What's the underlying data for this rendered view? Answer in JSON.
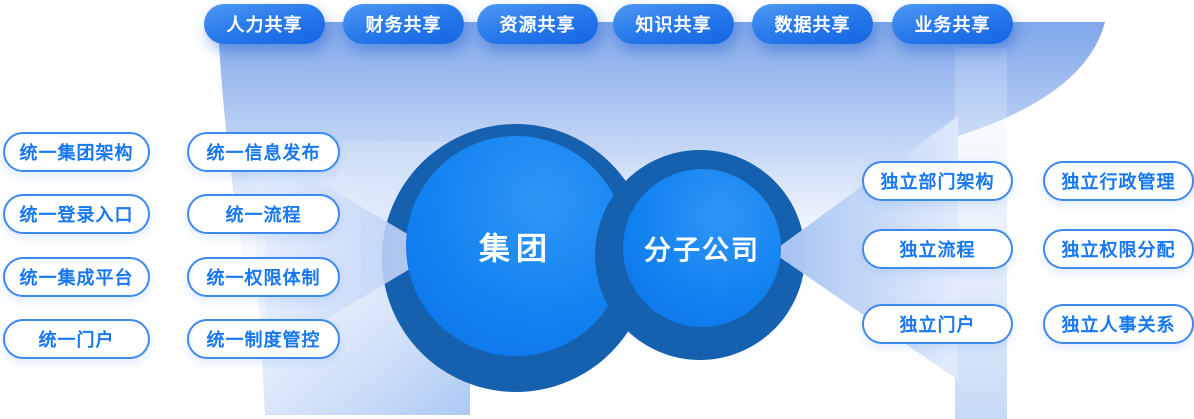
{
  "top_pills": [
    "人力共享",
    "财务共享",
    "资源共享",
    "知识共享",
    "数据共享",
    "业务共享"
  ],
  "left_columns": [
    [
      "统一集团架构",
      "统一登录入口",
      "统一集成平台",
      "统一门户"
    ],
    [
      "统一信息发布",
      "统一流程",
      "统一权限体制",
      "统一制度管控"
    ]
  ],
  "right_columns": [
    [
      "独立部门架构",
      "独立流程",
      "独立门户"
    ],
    [
      "独立行政管理",
      "独立权限分配",
      "独立人事关系"
    ]
  ],
  "circles": {
    "group": {
      "label": "集团"
    },
    "subsidiary": {
      "label": "分子公司"
    }
  },
  "colors": {
    "solid_pill_gradient_start": "#4f9af4",
    "solid_pill_gradient_end": "#1465e2",
    "solid_pill_text": "#ffffff",
    "outline_pill_border": "#3e89f0",
    "outline_pill_text": "#1778f2",
    "dark_ring": "#1561af",
    "circle_gradient_light": "#2f96f6",
    "circle_gradient_deep": "#0b71e8",
    "flow_shape": "#b5ccf5",
    "funnel_top": "#7fa6ea"
  }
}
